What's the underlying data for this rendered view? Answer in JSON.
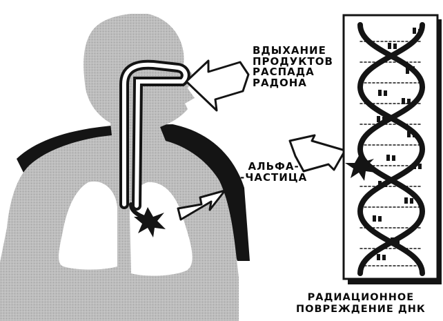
{
  "labels": {
    "inhale": [
      "ВДЫХАНИЕ",
      "ПРОДУКТОВ",
      "РАСПАДА",
      "РАДОНА"
    ],
    "alpha": [
      "АЛЬФА-",
      "-ЧАСТИЦА"
    ],
    "damage": [
      "РАДИАЦИОННОЕ",
      "ПОВРЕЖДЕНИЕ ДНК"
    ]
  },
  "colors": {
    "body": "#bdbdbd",
    "shadow": "#141414",
    "lung": "#ffffff",
    "ink": "#0a0a0a"
  }
}
